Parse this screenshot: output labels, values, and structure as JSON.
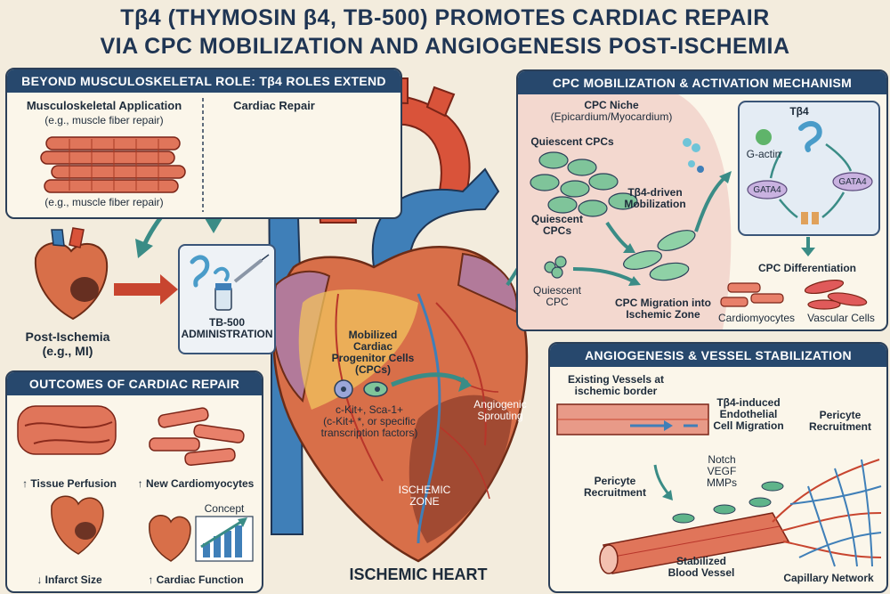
{
  "title": {
    "line1": "Tβ4 (THYMOSIN β4, TB-500) PROMOTES CARDIAC REPAIR",
    "line2": "VIA CPC MOBILIZATION AND ANGIOGENESIS POST-ISCHEMIA"
  },
  "beyond": {
    "header": "BEYOND MUSCULOSKELETAL ROLE: Tβ4 ROLES EXTEND",
    "msk_title": "Musculoskeletal Application",
    "msk_eg_top": "(e.g., muscle fiber repair)",
    "msk_eg_bottom": "(e.g., muscle fiber repair)",
    "cardiac": "Cardiac Repair"
  },
  "left": {
    "post_ischemia": "Post-Ischemia",
    "post_ischemia_eg": "(e.g., MI)",
    "tb500_line1": "TB-500",
    "tb500_line2": "ADMINISTRATION"
  },
  "outcomes": {
    "header": "OUTCOMES OF CARDIAC REPAIR",
    "perfusion": "↑ Tissue Perfusion",
    "cardiomyocytes": "↑ New Cardiomyocytes",
    "infarct": "↓ Infarct Size",
    "function": "↑ Cardiac Function",
    "concept": "Concept"
  },
  "heart": {
    "caption": "ISCHEMIC HEART",
    "mobilized": [
      "Mobilized",
      "Cardiac",
      "Progenitor Cells",
      "(CPCs)"
    ],
    "markers": [
      "c-Kit+, Sca-1+",
      "(c-Kit+ *, or specific",
      "transcription factors)"
    ],
    "angiogenic": [
      "Angiogenic",
      "Sprouting"
    ],
    "ischemic_zone": [
      "ISCHEMIC",
      "ZONE"
    ]
  },
  "cpc": {
    "header": "CPC MOBILIZATION & ACTIVATION MECHANISM",
    "niche": [
      "CPC Niche",
      "(Epicardium/Myocardium)"
    ],
    "quiescent_top": "Quiescent CPCs",
    "quiescent_mid": [
      "Quiescent",
      "CPCs"
    ],
    "driven": [
      "Tβ4-driven",
      "Mobilization"
    ],
    "quiescent_low": [
      "Quiescent",
      "CPC"
    ],
    "migration": [
      "CPC Migration into",
      "Ischemic Zone"
    ],
    "tb4": "Tβ4",
    "gactin": "G-actin",
    "gata_left": "GATA4",
    "gata_right": "GATA4",
    "differentiation": "CPC Differentiation",
    "cardiomyocytes": "Cardiomyocytes",
    "vascular": "Vascular Cells"
  },
  "angio": {
    "header": "ANGIOGENESIS & VESSEL STABILIZATION",
    "existing": [
      "Existing Vessels at",
      "ischemic border"
    ],
    "migration": [
      "Tβ4-induced",
      "Endothelial",
      "Cell Migration"
    ],
    "pericyte_top": [
      "Pericyte",
      "Recruitment"
    ],
    "signals": [
      "Notch",
      "VEGF",
      "MMPs"
    ],
    "pericyte_left": [
      "Pericyte",
      "Recruitment"
    ],
    "stabilized": [
      "Stabilized",
      "Blood Vessel"
    ],
    "capillary": "Capillary Network"
  },
  "colors": {
    "panel_header": "#27486d",
    "artery_red": "#d9533a",
    "vein_blue": "#3f7fb8",
    "cell_green": "#7fc49a",
    "arrow_teal": "#3a8c86"
  }
}
